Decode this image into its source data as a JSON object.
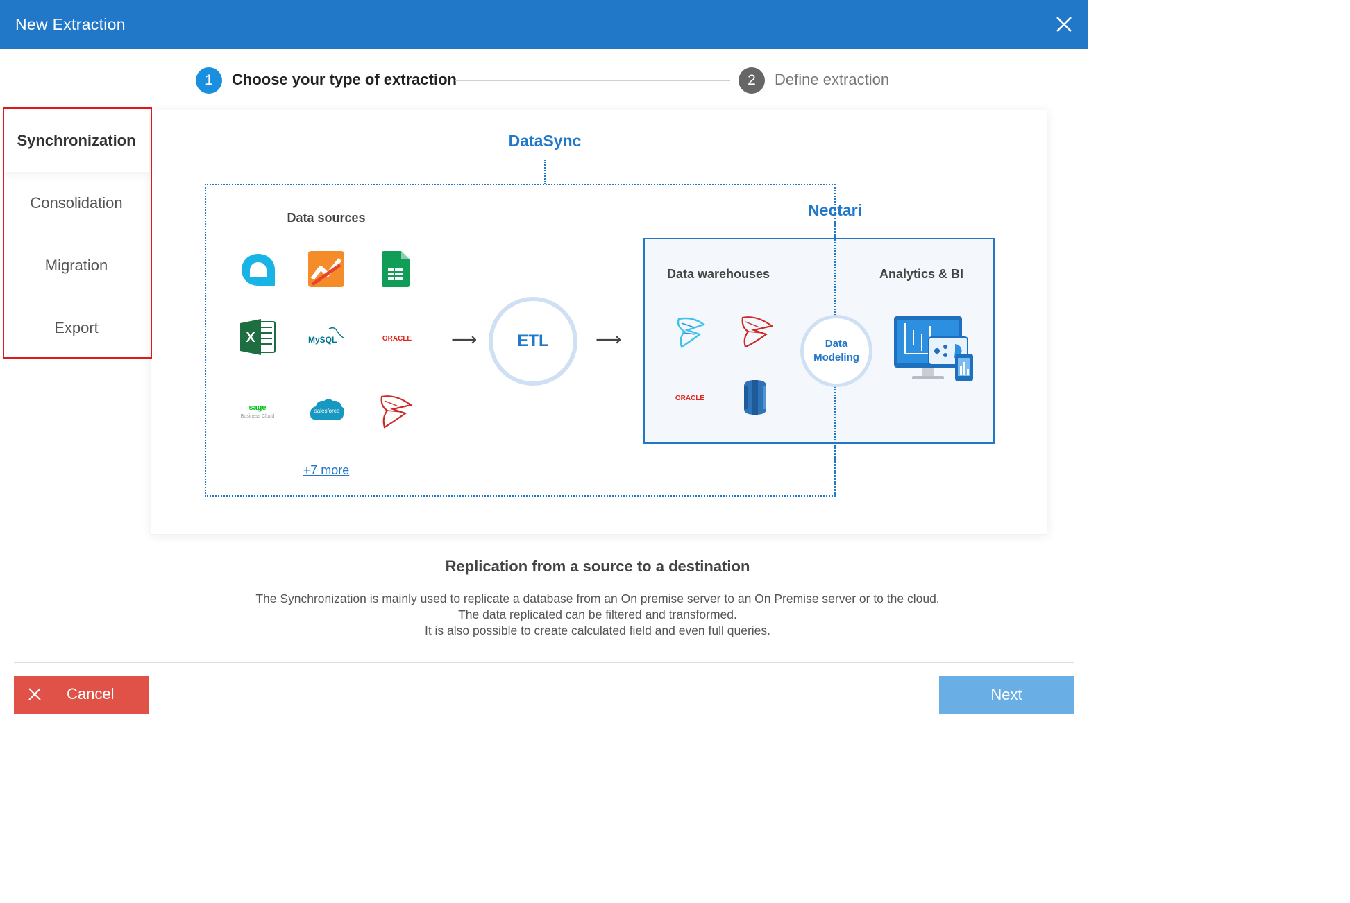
{
  "header": {
    "title": "New Extraction",
    "close_icon": "close-icon"
  },
  "stepper": {
    "steps": [
      {
        "number": "1",
        "label": "Choose your type of extraction",
        "state": "active"
      },
      {
        "number": "2",
        "label": "Define extraction",
        "state": "inactive"
      }
    ]
  },
  "sidebar": {
    "items": [
      {
        "label": "Synchronization",
        "active": true
      },
      {
        "label": "Consolidation",
        "active": false
      },
      {
        "label": "Migration",
        "active": false
      },
      {
        "label": "Export",
        "active": false
      }
    ]
  },
  "diagram": {
    "datasync_title": "DataSync",
    "nectari_title": "Nectari",
    "sources_title": "Data sources",
    "source_icons": [
      "acumatica-icon",
      "analytics-icon",
      "google-sheets-icon",
      "excel-icon",
      "mysql-icon",
      "oracle-icon",
      "sage-icon",
      "salesforce-icon",
      "sql-server-icon"
    ],
    "source_labels": {
      "mysql": "MySQL",
      "oracle": "ORACLE",
      "sage": "sage",
      "sage_sub": "Business Cloud",
      "salesforce": "salesforce"
    },
    "more_link": "+7 more",
    "etl_label": "ETL",
    "warehouses_title": "Data warehouses",
    "warehouse_icons": [
      "azure-sql-icon",
      "sql-server-icon",
      "oracle-icon",
      "redshift-icon"
    ],
    "warehouse_oracle_label": "ORACLE",
    "modeling_line1": "Data",
    "modeling_line2": "Modeling",
    "analytics_title": "Analytics & BI",
    "analytics_icon": "dashboard-monitor-icon"
  },
  "description": {
    "title": "Replication from a source to a destination",
    "lines": [
      "The Synchronization is mainly used to replicate a database from an On premise server to an On Premise server or to the cloud.",
      "The data replicated can be filtered and transformed.",
      "It is also possible to create calculated field and even full queries."
    ]
  },
  "footer": {
    "cancel_label": "Cancel",
    "next_label": "Next"
  },
  "colors": {
    "header": "#2178c9",
    "accent": "#1a8fe0",
    "cancel": "#e05148",
    "next": "#6aaee6",
    "highlight_border": "#e0191c"
  }
}
